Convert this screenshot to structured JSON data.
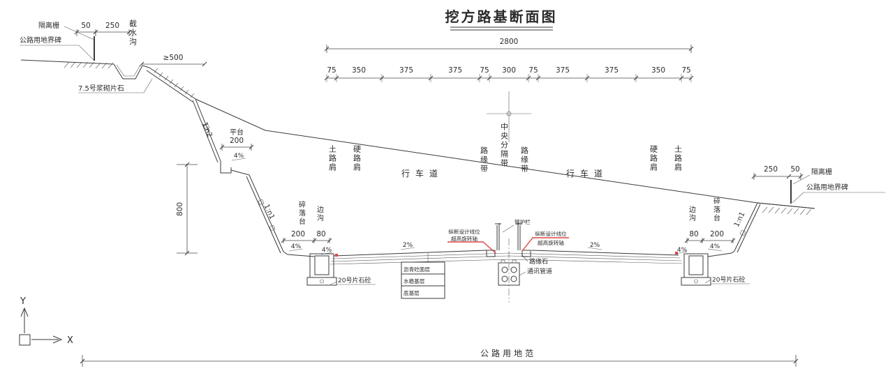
{
  "title": "挖方路基断面图",
  "colors": {
    "line": "#3a3a3a",
    "accent_red": "#e04444",
    "background": "#ffffff"
  },
  "dimensions": {
    "total_width": "2800",
    "segments": [
      "75",
      "350",
      "375",
      "375",
      "75",
      "300",
      "75",
      "375",
      "375",
      "350",
      "75"
    ],
    "d50": "50",
    "d250": "250",
    "d200": "200",
    "d80": "80",
    "d800": "800",
    "ge500": "≥500"
  },
  "grades": {
    "g4": "4%",
    "g2": "2%"
  },
  "slopes": {
    "upper": "1:n2",
    "lower": "1:n1"
  },
  "labels": {
    "fence": "隔离栅",
    "boundary_marker": "公路用地界碑",
    "intercepting_ditch": "截水沟",
    "masonry": "7.5号浆砌片石",
    "platform": "平台",
    "soil_shoulder": "土路肩",
    "hard_shoulder": "硬路肩",
    "carriageway": "行车道",
    "marginal_strip": "路缘带",
    "median": "中央分隔带",
    "debris_platform": "碎落台",
    "side_ditch": "边沟",
    "rubble_concrete": "20号片石砼",
    "guardrail": "钢护栏",
    "design_line": "纵断设计线位",
    "superelevation_axis": "超高旋转轴",
    "curb_stone": "路缘石",
    "comm_duct": "通讯管道",
    "land_range": "公路用地范"
  },
  "pavement_layers": [
    "沥青砼面层",
    "水稳基层",
    "底基层"
  ],
  "axis": {
    "x": "X",
    "y": "Y"
  }
}
